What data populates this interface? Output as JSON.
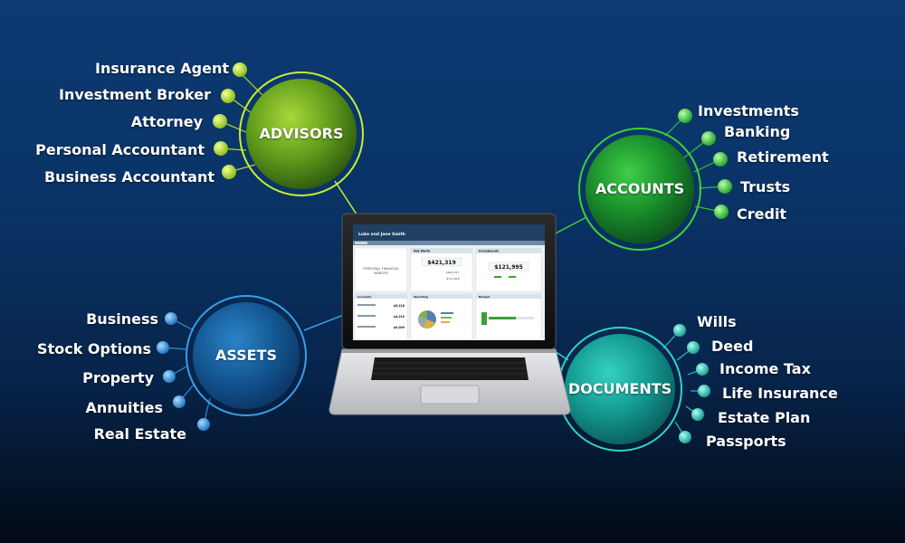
{
  "colors": {
    "advisors": "#b5dc1e",
    "accounts": "#2ec52a",
    "assets": "#2b8fd8",
    "documents": "#22c4b2"
  },
  "hubs": {
    "advisors": "ADVISORS",
    "accounts": "ACCOUNTS",
    "assets": "ASSETS",
    "documents": "DOCUMENTS"
  },
  "advisors": [
    "Insurance Agent",
    "Investment Broker",
    "Attorney",
    "Personal Accountant",
    "Business Accountant"
  ],
  "accounts": [
    "Investments",
    "Banking",
    "Retirement",
    "Trusts",
    "Credit"
  ],
  "assets": [
    "Business",
    "Stock Options",
    "Property",
    "Annuities",
    "Real Estate"
  ],
  "documents": [
    "Wills",
    "Deed",
    "Income Tax",
    "Life Insurance",
    "Estate Plan",
    "Passports"
  ],
  "laptop_screen": {
    "header_name": "Luke and Jane Smith",
    "logo_line1": "PERSONAL FINANCIAL",
    "logo_line2": "WEBSITE",
    "net_worth_title": "Net Worth",
    "net_worth_value": "$421,319",
    "net_worth_sub1": "$923,157",
    "net_worth_sub2": "-$711,816",
    "investments_title": "Investments",
    "investments_value": "$121,995",
    "spending_title": "Spending",
    "budget_title": "Budget",
    "accounts_title": "Accounts",
    "row1_value": "$5,218",
    "row2_value": "$4,210",
    "row3_value": "$9,009"
  }
}
